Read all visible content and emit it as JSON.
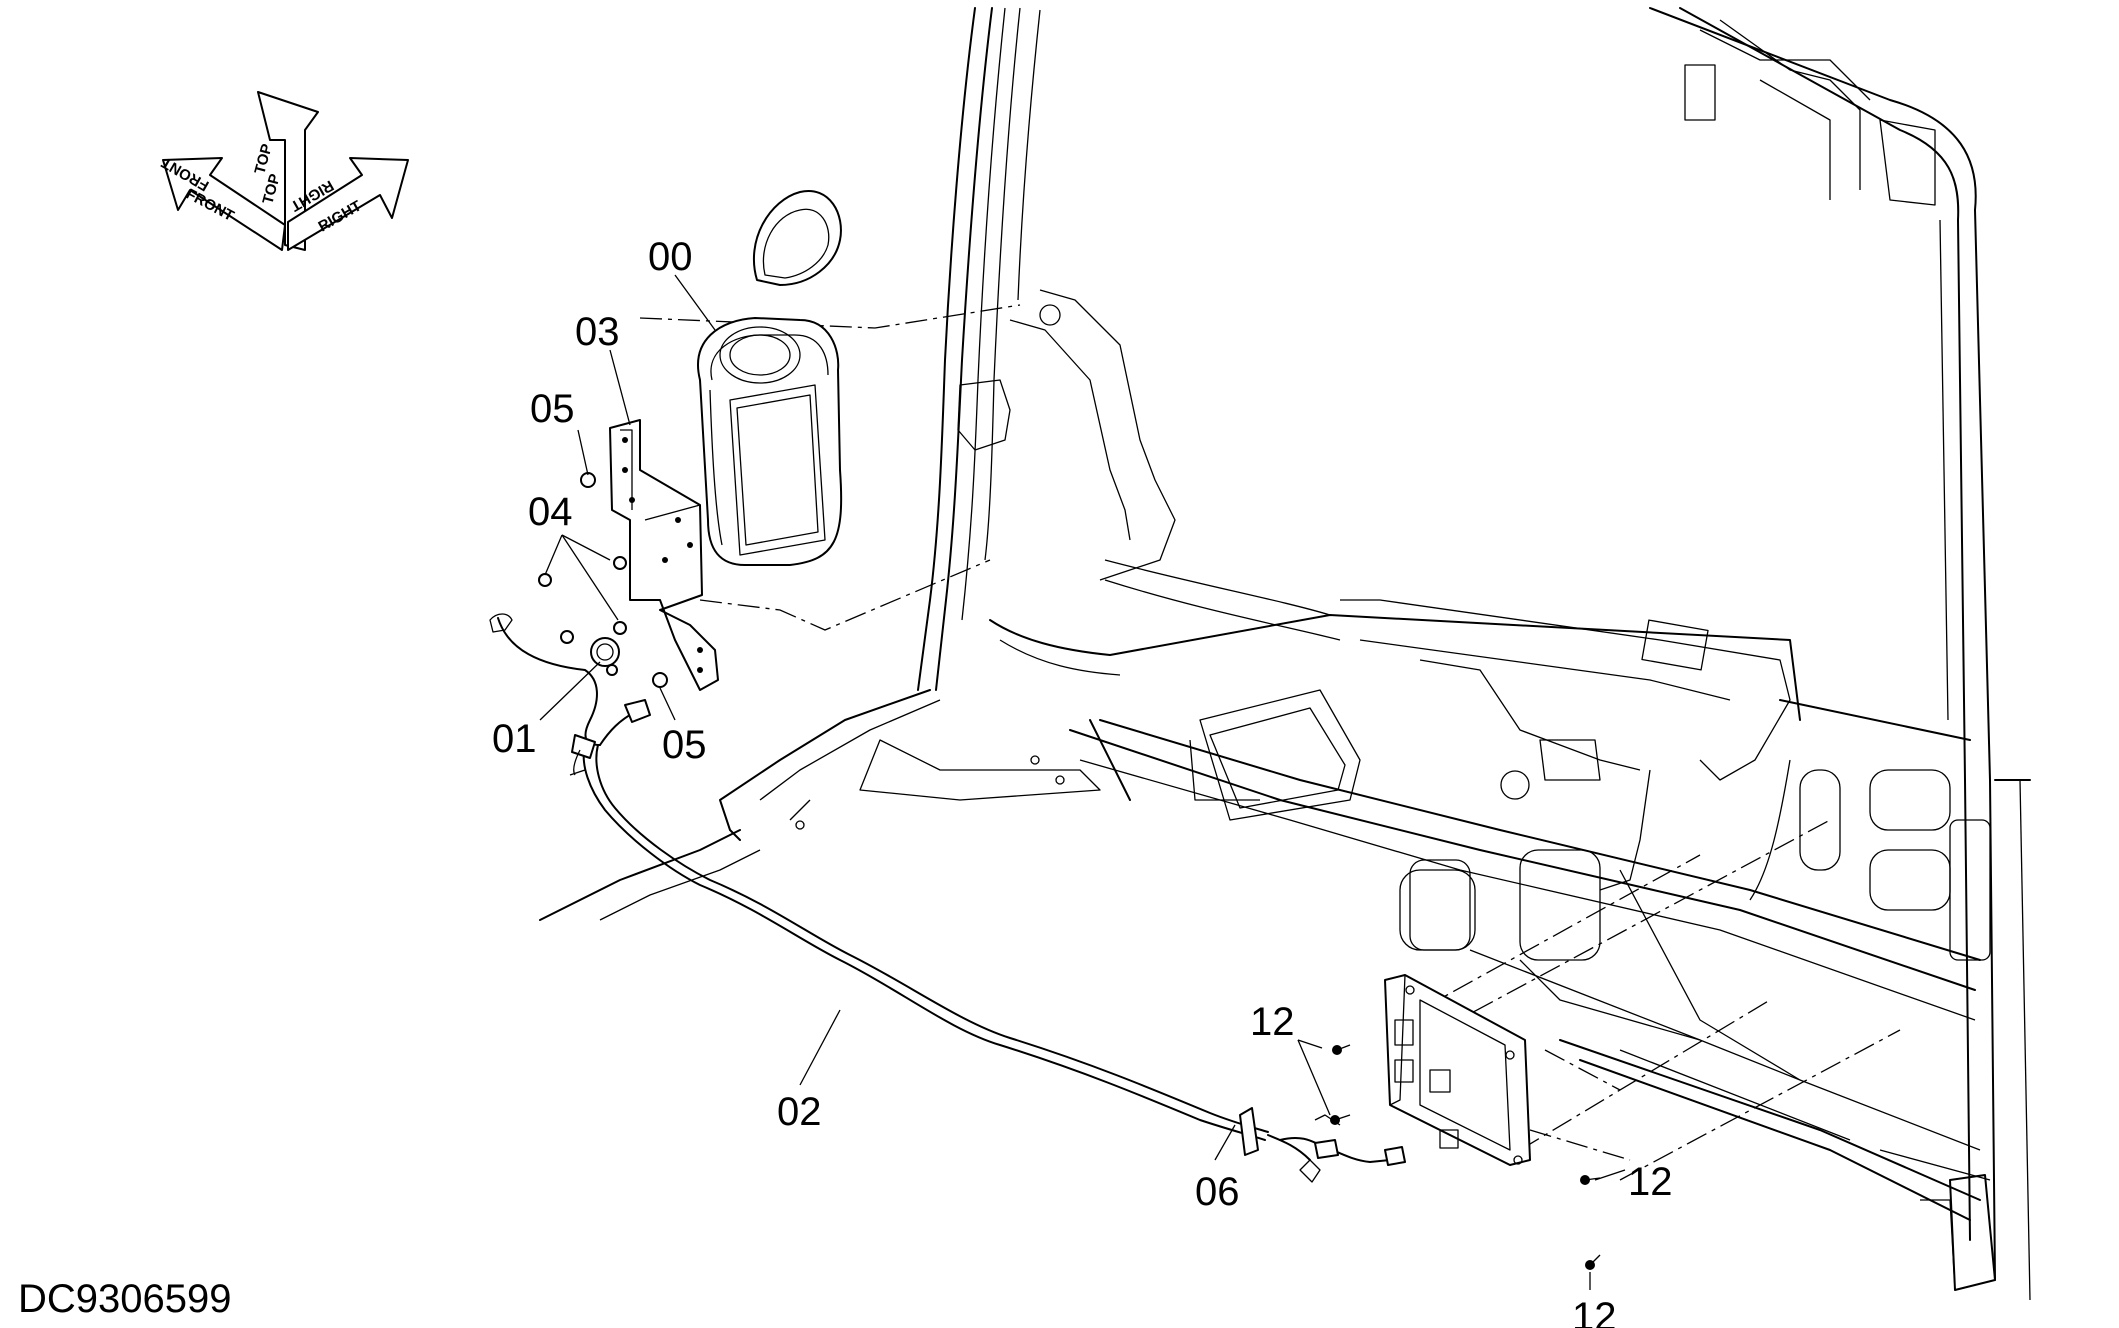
{
  "drawing_number": "DC9306599",
  "orientation": {
    "front": "FRONT",
    "top": "TOP",
    "right": "RIGHT"
  },
  "parts": {
    "p00": "00",
    "p01": "01",
    "p02": "02",
    "p03": "03",
    "p04": "04",
    "p05a": "05",
    "p05b": "05",
    "p06": "06",
    "p12a": "12",
    "p12b": "12",
    "p12c": "12"
  }
}
